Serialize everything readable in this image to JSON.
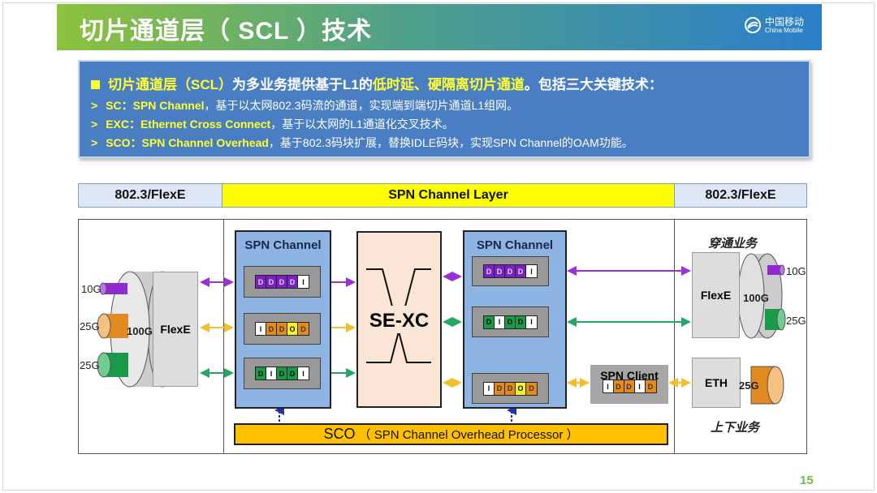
{
  "header": {
    "title": "切片通道层（ SCL ）技术",
    "logo_cn": "中国移动",
    "logo_en": "China Mobile"
  },
  "info": {
    "line1": {
      "a": "切片通道层（SCL）",
      "b": "为多业务提供基于L1的",
      "c": "低时延、硬隔离切片通道",
      "d": "。包括三大关键技术："
    },
    "bullets": [
      {
        "term": "SC：SPN Channel",
        "desc": "，基于以太网802.3码流的通道，实现端到端切片通道L1组网。"
      },
      {
        "term": "EXC：Ethernet Cross Connect",
        "desc": "，基于以太网的L1通道化交叉技术。"
      },
      {
        "term": "SCO：SPN Channel Overhead",
        "desc": "，基于802.3码块扩展，替换IDLE码块，实现SPN Channel的OAM功能。"
      }
    ]
  },
  "layers": {
    "left": "802.3/FlexE",
    "middle": "SPN Channel Layer",
    "right": "802.3/FlexE"
  },
  "diagram": {
    "left": {
      "rates": [
        "10G",
        "25G",
        "25G"
      ],
      "pipe": "100G",
      "flexe": "FlexE"
    },
    "channel_title": "SPN Channel",
    "left_rows": [
      [
        "D",
        "D",
        "D",
        "D",
        "I"
      ],
      [
        "I",
        "D",
        "D",
        "O",
        "D"
      ],
      [
        "D",
        "I",
        "D",
        "D",
        "I"
      ]
    ],
    "right_rows": [
      [
        "D",
        "D",
        "D",
        "D",
        "I"
      ],
      [
        "D",
        "I",
        "D",
        "D",
        "I"
      ],
      [
        "I",
        "D",
        "D",
        "O",
        "D"
      ]
    ],
    "sexc": "SE-XC",
    "client": {
      "title": "SPN Client",
      "chips": [
        "I",
        "D",
        "D",
        "I",
        "D"
      ]
    },
    "sco": {
      "a": "SCO",
      "b": "（ SPN Channel Overhead Processor ）"
    },
    "right": {
      "through": "穿通业务",
      "flexe": "FlexE",
      "pipe": "100G",
      "rates": [
        "10G",
        "25G"
      ],
      "eth": "ETH",
      "eth_rate": "25G",
      "adddrop": "上下业务"
    }
  },
  "colors": {
    "purple": "#7b1fc7",
    "orange": "#e38b1a",
    "green": "#1a9a48",
    "yellow": "#ffff00",
    "sco": "#ffc000"
  },
  "page_number": "15"
}
